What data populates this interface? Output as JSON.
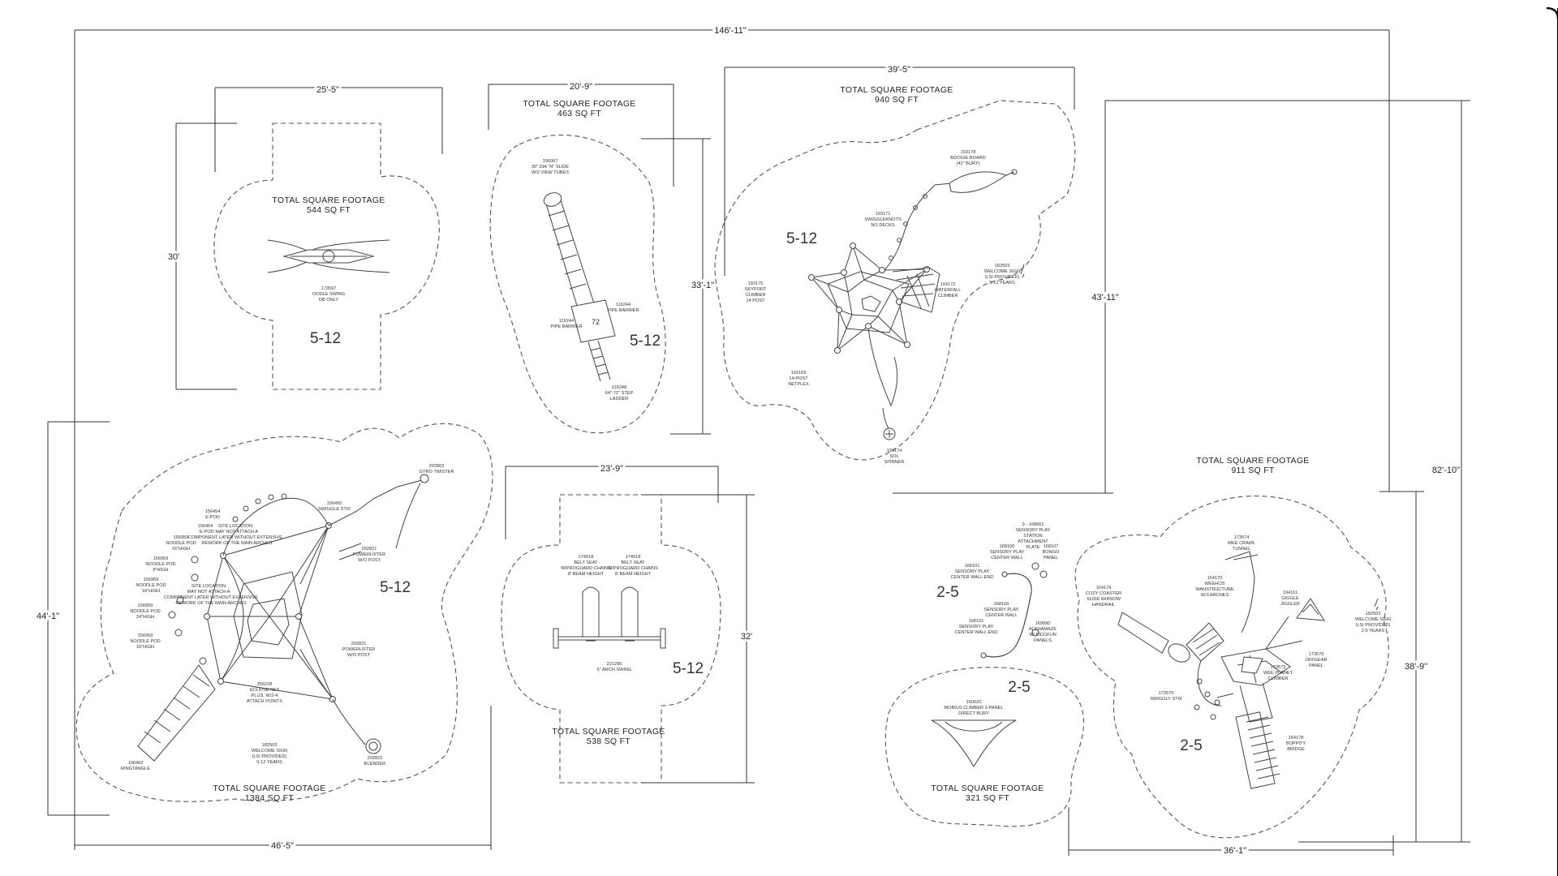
{
  "dimensions": {
    "overall_width": "146'-11\"",
    "overall_height": "82'-10\"",
    "z1_width": "25'-5\"",
    "z1_height": "30'",
    "z2_width": "20'-9\"",
    "z2_height": "33'-1\"",
    "z3_width": "39'-5\"",
    "z3_height": "43'-11\"",
    "z4_width": "46'-5\"",
    "z4_height": "44'-1\"",
    "z5_width": "23'-9\"",
    "z5_height": "32'",
    "z7_width": "36'-1\"",
    "z7_height": "38'-9\""
  },
  "zones": {
    "z1": {
      "area_label": "TOTAL SQUARE FOOTAGE",
      "area": "544 SQ FT",
      "age": "5-12"
    },
    "z2": {
      "area_label": "TOTAL SQUARE FOOTAGE",
      "area": "463 SQ FT",
      "age": "5-12"
    },
    "z3": {
      "area_label": "TOTAL SQUARE FOOTAGE",
      "area": "940 SQ FT",
      "age": "5-12"
    },
    "z4": {
      "area_label": "TOTAL SQUARE FOOTAGE",
      "area": "1384 SQ FT",
      "age": "5-12"
    },
    "z5": {
      "area_label": "TOTAL SQUARE FOOTAGE",
      "area": "538 SQ FT",
      "age": "5-12"
    },
    "z6": {
      "area_label": "TOTAL SQUARE FOOTAGE",
      "area": "321 SQ FT",
      "age": "2-5",
      "age2": "2-5"
    },
    "z7": {
      "area_label": "TOTAL SQUARE FOOTAGE",
      "area": "911 SQ FT",
      "age": "2-5"
    }
  },
  "labels": {
    "z1_swing": [
      "173597",
      "OODLE SWING",
      "DB ONLY"
    ],
    "z2_slide": [
      "156067",
      "30\" DIA \"N\" SLIDE",
      "W/2 VIEW TUBES"
    ],
    "z2_pb1": [
      "116244",
      "PIPE BARRIER"
    ],
    "z2_pb2": [
      "116244",
      "PIPE BARRIER"
    ],
    "z2_deck": "72",
    "z2_ladder": [
      "116248",
      "64\"-72\" STEP",
      "LADDER"
    ],
    "z3_boogie": [
      "193178",
      "BOOGIE BOARD",
      "(42\" BURY)"
    ],
    "z3_swiggle": [
      "193171",
      "SWIGGLEKNOTS",
      "NO DECKS"
    ],
    "z3_sign": [
      "182503",
      "WELCOME SIGN",
      "(LSI PROVIDED)",
      "5-12 YEARS"
    ],
    "z3_waterfall": [
      "193172",
      "WATERFALL",
      "CLIMBER"
    ],
    "z3_skyport": [
      "193175",
      "SKYPORT",
      "CLIMBER",
      "14 POST"
    ],
    "z3_netplex": [
      "193169",
      "14-POST",
      "NETPLEX"
    ],
    "z3_spinner": [
      "193174",
      "SOL",
      "SPINNER"
    ],
    "z4_gyro": [
      "202803",
      "GYRO TWISTER"
    ],
    "z4_epod": [
      "156454",
      "E-POD"
    ],
    "z4_site1": [
      "156454",
      "SITE LOCATION",
      "E-POD MAY NOT ATTACH A",
      "COMPONENT LATER WITHOUT EXTENSIVE",
      "REWORK OF THE MAIN ARCHES"
    ],
    "z4_swiggle": [
      "156450",
      "SWIGGLE STIX"
    ],
    "z4_noodle1": [
      "156959",
      "NOODLE POD",
      "16\"HIGH"
    ],
    "z4_noodle2": [
      "156959",
      "NOODLE POD",
      "8\"HIGH"
    ],
    "z4_noodle3": [
      "156959",
      "NOODLE POD",
      "16\"HIGH"
    ],
    "z4_noodle4": [
      "156959",
      "NOODLE POD",
      "24\"HIGH"
    ],
    "z4_noodle5": [
      "156959",
      "NOODLE POD",
      "16\"HIGH"
    ],
    "z4_site2": [
      "SITE LOCATION",
      "MAY NOT ATTACH A",
      "COMPONENT LATER WITHOUT EXTENSIVE",
      "REWORK OF THE MAIN ARCHES"
    ],
    "z4_power1": [
      "202821",
      "POWERLIFTER",
      "W/O POST"
    ],
    "z4_power2": [
      "202821",
      "POWERLIFTER",
      "W/O POST"
    ],
    "z4_eclipse": [
      "256228",
      "ECLIPSE NET",
      "PLUS, W/2-4",
      "ATTACH POINTS"
    ],
    "z4_sign": [
      "182503",
      "WELCOME SIGN",
      "(LSI PROVIDED)",
      "5-12 YEARS"
    ],
    "z4_blender": [
      "202822",
      "BLENDER"
    ],
    "z4_ringtangle": [
      "156462",
      "RINGTANGLE"
    ],
    "z5_belt1": [
      "174018",
      "BELT SEAT",
      "W/PROGUARD CHAINS",
      "8' BEAM HEIGHT"
    ],
    "z5_belt2": [
      "174018",
      "BELT SEAT",
      "W/PROGUARD CHAINS",
      "8' BEAM HEIGHT"
    ],
    "z5_arch": [
      "221290",
      "5\" ARCH SWING"
    ],
    "z6_station": [
      "3 - 168661",
      "SENSORY PLAY",
      "STATION",
      "ATTACHMENT",
      "PLATE"
    ],
    "z6_center1": [
      "168100",
      "SENSORY PLAY",
      "CENTER WALL"
    ],
    "z6_end1": [
      "168101",
      "SENSORY PLAY",
      "CENTER WALL END"
    ],
    "z6_bongo": [
      "168107",
      "BONGO",
      "PANEL"
    ],
    "z6_center2": [
      "168100",
      "SENSORY PLAY",
      "CENTER WALL"
    ],
    "z6_end2": [
      "168101",
      "SENSORY PLAY",
      "CENTER WALL END"
    ],
    "z6_alpha": [
      "169990",
      "ALPHAMAZE",
      "W/ PICOFUN",
      "PANELS"
    ],
    "z6_mobius": [
      "150620",
      "MOBIUS CLIMBER 3-PANEL",
      "DIRECT BURY"
    ],
    "z7_crawl": [
      "173574",
      "WEE CRAWL",
      "TUNNEL"
    ],
    "z7_weehos": [
      "164170",
      "WEEHOS",
      "WANSTRUCTURE",
      "W/3 ARCHES"
    ],
    "z7_giggle": [
      "164111",
      "GIGGLE",
      "JIGGLER"
    ],
    "z7_cozy": [
      "164174",
      "COZY COASTER",
      "SLIDE W/KNOW",
      "HANDRAIL"
    ],
    "z7_sign": [
      "182503",
      "WELCOME SIGN",
      "(LSI PROVIDED)",
      "2-5 YEARS"
    ],
    "z7_offgear": [
      "173576",
      "OFFGEAR",
      "PANEL"
    ],
    "z7_planet": [
      "173573",
      "WEE PLANET",
      "CLIMBER"
    ],
    "z7_swiggly": [
      "173575",
      "SWIGGLY STIX"
    ],
    "z7_boppity": [
      "164178",
      "BOPPITY",
      "BRIDGE"
    ]
  }
}
